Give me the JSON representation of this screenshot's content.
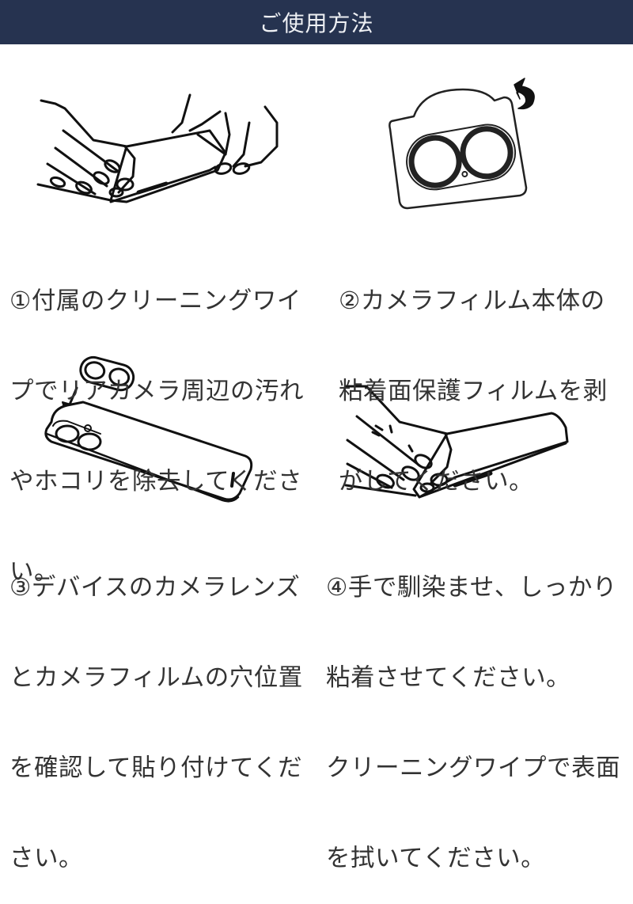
{
  "header": {
    "title": "ご使用方法",
    "background_color": "#263350",
    "text_color": "#eef0f4"
  },
  "steps": [
    {
      "number": "①",
      "lines": [
        "①付属のクリーニングワイ",
        "プでリアカメラ周辺の汚れ",
        "やホコリを除去してくださ",
        "い。"
      ],
      "illustration": "hands-cleaning-phone-camera-with-wipe"
    },
    {
      "number": "②",
      "lines": [
        "②カメラフィルム本体の",
        "粘着面保護フィルムを剥",
        "がしてください。"
      ],
      "illustration": "peel-camera-film-backing-with-curved-arrow"
    },
    {
      "number": "③",
      "lines": [
        "③デバイスのカメラレンズ",
        "とカメラフィルムの穴位置",
        "を確認して貼り付けてくだ",
        "さい。"
      ],
      "illustration": "align-camera-film-onto-phone-with-arrow"
    },
    {
      "number": "④",
      "lines": [
        "④手で馴染ませ、しっかり",
        "粘着させてください。",
        "クリーニングワイプで表面",
        "を拭いてください。"
      ],
      "illustration": "hand-pressing-film-onto-phone"
    }
  ],
  "text_color": "#333333"
}
